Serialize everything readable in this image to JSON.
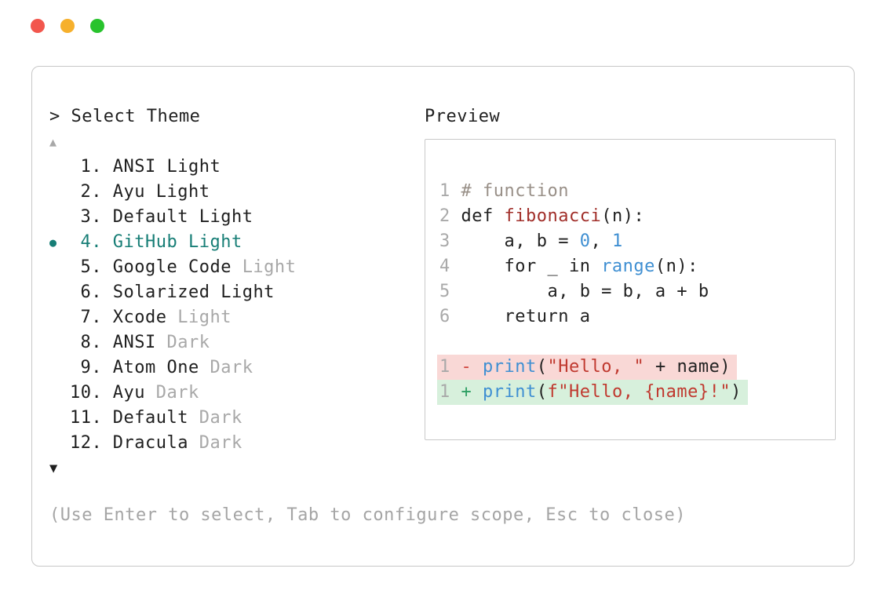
{
  "colors": {
    "tl_red": "#f2564d",
    "tl_yellow": "#f6b02c",
    "tl_green": "#28c32d",
    "panel_border": "#c7c7c7",
    "box_border": "#c9c9c9",
    "selected": "#177e76",
    "dim": "#a8a8a8",
    "hint": "#a5a5a5",
    "plain": "#222222",
    "comment": "#999088",
    "func": "#a12f2a",
    "number": "#3f8fd2",
    "builtin": "#3f8fd2",
    "string": "#c0392f",
    "line_number": "#a9a9a9",
    "removed_bg": "#f9d8d6",
    "added_bg": "#d7f0dc",
    "minus": "#d0453e",
    "plus": "#2c9e62"
  },
  "picker": {
    "title": "> Select Theme",
    "scroll_up_icon": "▲",
    "scroll_down_icon": "▼",
    "selected_indicator": "●",
    "hint": "(Use Enter to select, Tab to configure scope, Esc to close)",
    "items": [
      {
        "number": "1.",
        "label": "ANSI",
        "suffix": "Light",
        "suffix_dim": false,
        "selected": false
      },
      {
        "number": "2.",
        "label": "Ayu",
        "suffix": "Light",
        "suffix_dim": false,
        "selected": false
      },
      {
        "number": "3.",
        "label": "Default",
        "suffix": "Light",
        "suffix_dim": false,
        "selected": false
      },
      {
        "number": "4.",
        "label": "GitHub",
        "suffix": "Light",
        "suffix_dim": false,
        "selected": true
      },
      {
        "number": "5.",
        "label": "Google Code",
        "suffix": "Light",
        "suffix_dim": true,
        "selected": false
      },
      {
        "number": "6.",
        "label": "Solarized",
        "suffix": "Light",
        "suffix_dim": false,
        "selected": false
      },
      {
        "number": "7.",
        "label": "Xcode",
        "suffix": "Light",
        "suffix_dim": true,
        "selected": false
      },
      {
        "number": "8.",
        "label": "ANSI",
        "suffix": "Dark",
        "suffix_dim": true,
        "selected": false
      },
      {
        "number": "9.",
        "label": "Atom One",
        "suffix": "Dark",
        "suffix_dim": true,
        "selected": false
      },
      {
        "number": "10.",
        "label": "Ayu",
        "suffix": "Dark",
        "suffix_dim": true,
        "selected": false
      },
      {
        "number": "11.",
        "label": "Default",
        "suffix": "Dark",
        "suffix_dim": true,
        "selected": false
      },
      {
        "number": "12.",
        "label": "Dracula",
        "suffix": "Dark",
        "suffix_dim": true,
        "selected": false
      }
    ]
  },
  "preview": {
    "label": "Preview",
    "code_lines": [
      {
        "num": "1",
        "tokens": [
          {
            "t": "# function",
            "c": "comment"
          }
        ]
      },
      {
        "num": "2",
        "tokens": [
          {
            "t": "def ",
            "c": "plain"
          },
          {
            "t": "fibonacci",
            "c": "func"
          },
          {
            "t": "(n):",
            "c": "plain"
          }
        ]
      },
      {
        "num": "3",
        "tokens": [
          {
            "t": "    a, b = ",
            "c": "plain"
          },
          {
            "t": "0",
            "c": "number"
          },
          {
            "t": ", ",
            "c": "plain"
          },
          {
            "t": "1",
            "c": "number"
          }
        ]
      },
      {
        "num": "4",
        "tokens": [
          {
            "t": "    for _ in ",
            "c": "plain"
          },
          {
            "t": "range",
            "c": "builtin"
          },
          {
            "t": "(n):",
            "c": "plain"
          }
        ]
      },
      {
        "num": "5",
        "tokens": [
          {
            "t": "        a, b = b, a + b",
            "c": "plain"
          }
        ]
      },
      {
        "num": "6",
        "tokens": [
          {
            "t": "    return a",
            "c": "plain"
          }
        ]
      }
    ],
    "diff_lines": [
      {
        "num": "1",
        "sign": "-",
        "kind": "removed",
        "tokens": [
          {
            "t": "print",
            "c": "builtin"
          },
          {
            "t": "(",
            "c": "plain"
          },
          {
            "t": "\"Hello, \"",
            "c": "string"
          },
          {
            "t": " + name)",
            "c": "plain"
          }
        ]
      },
      {
        "num": "1",
        "sign": "+",
        "kind": "added",
        "tokens": [
          {
            "t": "print",
            "c": "builtin"
          },
          {
            "t": "(",
            "c": "plain"
          },
          {
            "t": "f\"Hello, {name}!\"",
            "c": "string"
          },
          {
            "t": ")",
            "c": "plain"
          }
        ]
      }
    ]
  }
}
